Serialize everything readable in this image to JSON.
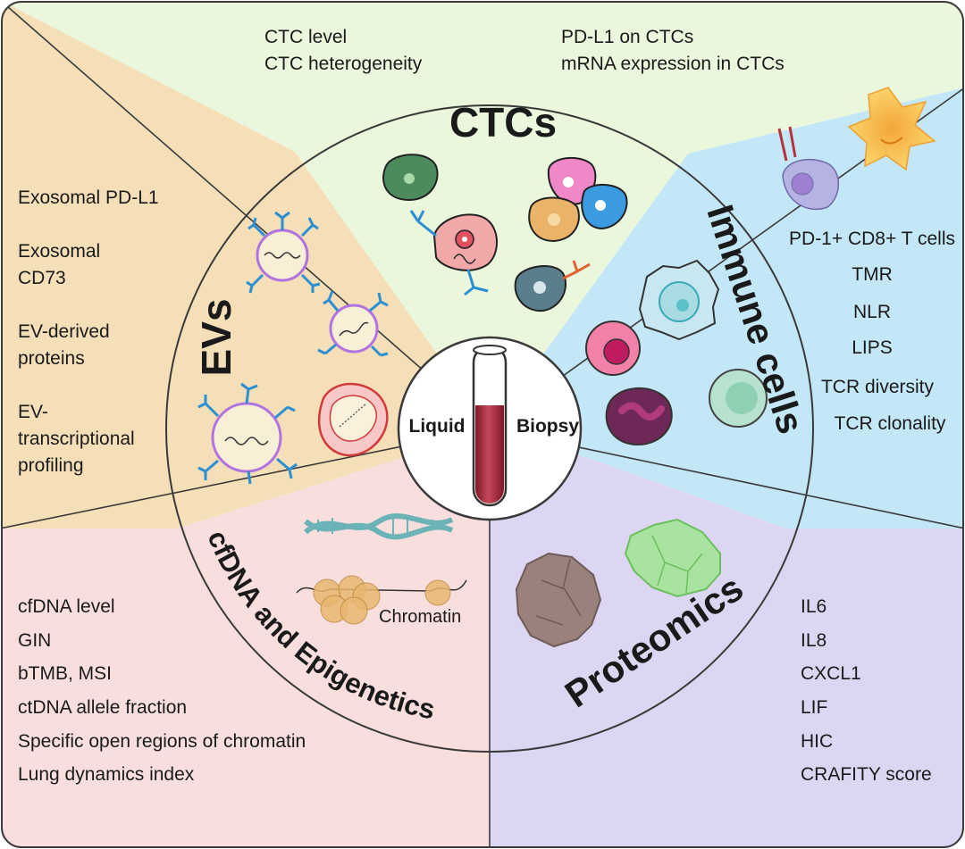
{
  "hub": {
    "left_label": "Liquid",
    "right_label": "Biopsy"
  },
  "sections": {
    "ctcs": {
      "title": "CTCs",
      "col1": [
        "CTC level",
        "CTC heterogeneity"
      ],
      "col2": [
        "PD-L1 on CTCs",
        "mRNA expression in CTCs"
      ]
    },
    "evs": {
      "title": "EVs",
      "items": [
        "Exosomal PD-L1",
        "Exosomal",
        "CD73",
        "EV-derived",
        "proteins",
        "EV-",
        "transcriptional",
        "profiling"
      ]
    },
    "immune": {
      "title": "Immune cells",
      "items": [
        "PD-1+ CD8+ T cells",
        "TMR",
        "NLR",
        "LIPS",
        "TCR diversity",
        "TCR clonality"
      ]
    },
    "cfdna": {
      "title": "cfDNA and Epigenetics",
      "chromatin_label": "Chromatin",
      "items": [
        "cfDNA level",
        "GIN",
        "bTMB, MSI",
        "ctDNA allele fraction",
        "Specific open regions of chromatin",
        "Lung dynamics index"
      ]
    },
    "proteomics": {
      "title": "Proteomics",
      "items": [
        "IL6",
        "IL8",
        "CXCL1",
        "LIF",
        "HIC",
        "CRAFITY score"
      ]
    }
  },
  "colors": {
    "ctcs_bg": "#eaf7dc",
    "evs_bg": "#f5dfb8",
    "immune_bg": "#c3e7f7",
    "cfdna_bg": "#f9dede",
    "proteomics_bg": "#ddd6f3",
    "outline": "#3a3a3a",
    "blood": "#a3283a"
  }
}
